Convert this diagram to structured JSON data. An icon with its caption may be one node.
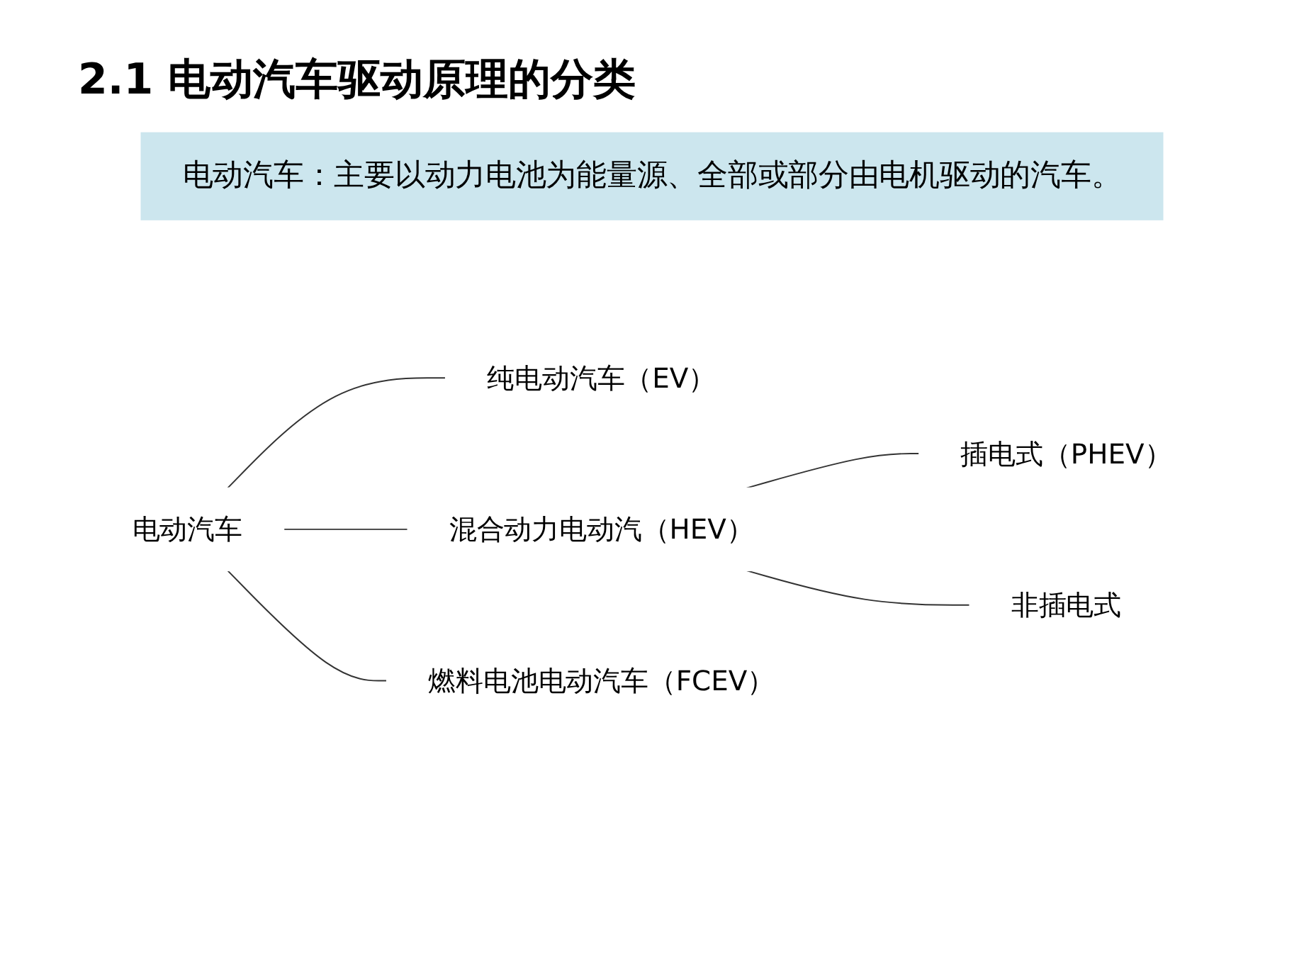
{
  "diagram": {
    "title": "2.1 电动汽车驱动原理的分类",
    "nodes": [
      {
        "text": [
          "电动汽车：主要以动力电池为能量源、全部或部分由电机驱动的汽车。"
        ]
      },
      {
        "text": [
          "电动汽车"
        ]
      },
      {
        "text": [
          "纯电动汽车（EV）"
        ]
      },
      {
        "text": [
          "混合动力电动汽（HEV）"
        ]
      },
      {
        "text": [
          "插电式（PHEV）"
        ]
      },
      {
        "text": [
          "非插电式"
        ]
      },
      {
        "text": [
          "燃料电池电动汽车（FCEV）"
        ]
      }
    ],
    "edges": [
      {
        "from": 1,
        "to": 2,
        "arrow": "none"
      },
      {
        "from": 1,
        "to": 3,
        "arrow": "none"
      },
      {
        "from": 1,
        "to": 6,
        "arrow": "none"
      },
      {
        "from": 3,
        "to": 4,
        "arrow": "none"
      },
      {
        "from": 3,
        "to": 5,
        "arrow": "none"
      }
    ]
  }
}
